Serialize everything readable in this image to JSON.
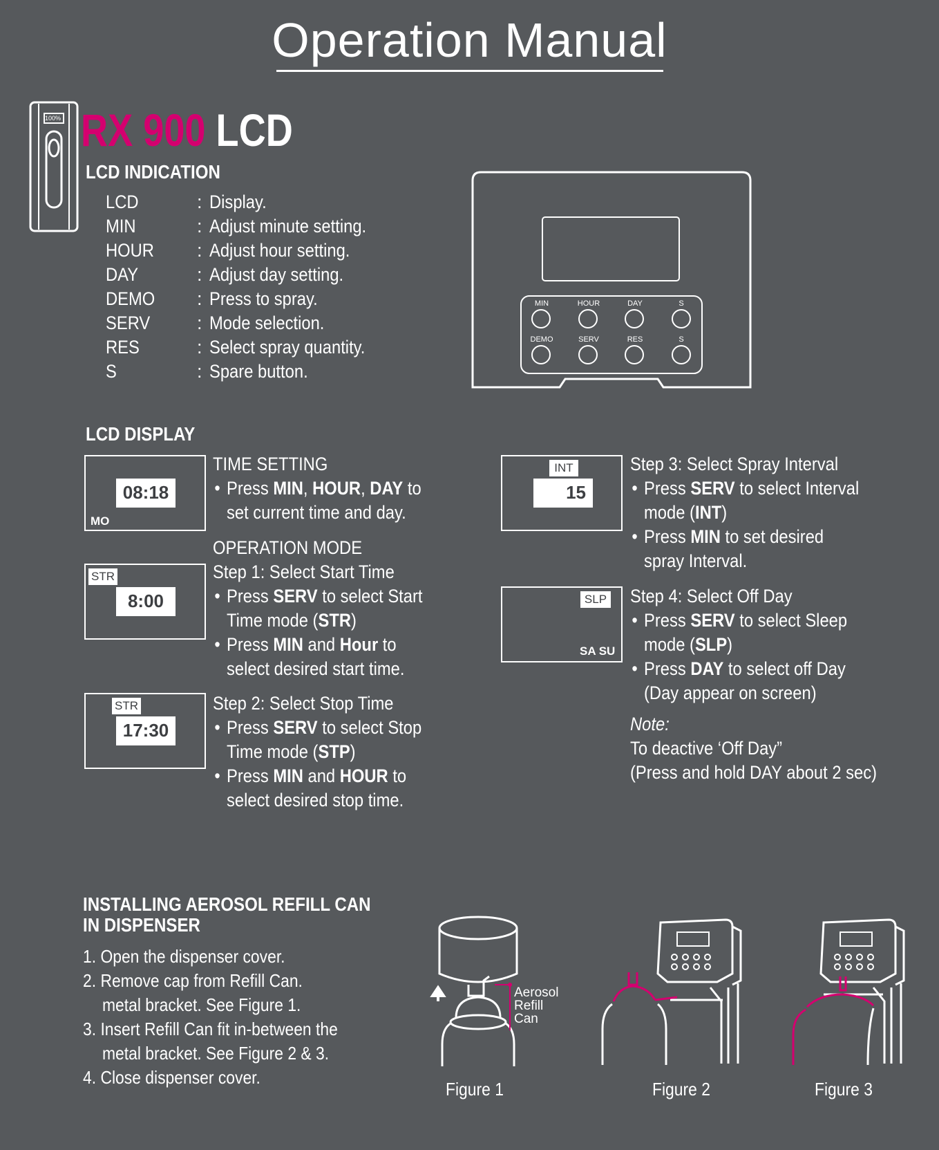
{
  "title": "Operation Manual",
  "model": {
    "brand_part": "RX 900",
    "suffix": "LCD"
  },
  "device_icon_label": "100%",
  "lcd_indication": {
    "heading": "LCD INDICATION",
    "items": [
      {
        "key": "LCD",
        "desc": "Display."
      },
      {
        "key": "MIN",
        "desc": "Adjust minute setting."
      },
      {
        "key": "HOUR",
        "desc": "Adjust hour setting."
      },
      {
        "key": "DAY",
        "desc": "Adjust day setting."
      },
      {
        "key": "DEMO",
        "desc": "Press to spray."
      },
      {
        "key": "SERV",
        "desc": "Mode selection."
      },
      {
        "key": "RES",
        "desc": "Select spray quantity."
      },
      {
        "key": "S",
        "desc": "Spare button."
      }
    ]
  },
  "panel": {
    "top_row": [
      "MIN",
      "HOUR",
      "DAY",
      "S"
    ],
    "bottom_row": [
      "DEMO",
      "SERV",
      "RES",
      "S"
    ]
  },
  "lcd_display": {
    "heading": "LCD DISPLAY",
    "box_time": {
      "value": "08:18",
      "day": "MO"
    },
    "box_start": {
      "tag": "STR",
      "value": "8:00"
    },
    "box_stop": {
      "tag": "STR",
      "value": "17:30"
    },
    "box_interval": {
      "tag": "INT",
      "value": "15"
    },
    "box_sleep": {
      "tag": "SLP",
      "days": "SA SU"
    },
    "time_setting": {
      "title": "TIME SETTING",
      "b1_pre": "Press ",
      "b1_k1": "MIN",
      "b1_sep1": ", ",
      "b1_k2": "HOUR",
      "b1_sep2": ", ",
      "b1_k3": "DAY",
      "b1_post": " to",
      "b1_line2": "set current time and day."
    },
    "operation_mode_title": "OPERATION MODE",
    "step1": {
      "title": "Step 1: Select Start Time",
      "b1_pre": "Press ",
      "b1_k": "SERV",
      "b1_post": " to select Start",
      "b1_l2_pre": "Time mode (",
      "b1_l2_k": "STR",
      "b1_l2_post": ")",
      "b2_pre": "Press ",
      "b2_k1": "MIN",
      "b2_mid": " and ",
      "b2_k2": "Hour",
      "b2_post": " to",
      "b2_line2": "select desired start time."
    },
    "step2": {
      "title": "Step 2: Select Stop Time",
      "b1_pre": "Press ",
      "b1_k": "SERV",
      "b1_post": " to select Stop",
      "b1_l2_pre": "Time mode (",
      "b1_l2_k": "STP",
      "b1_l2_post": ")",
      "b2_pre": "Press ",
      "b2_k1": "MIN",
      "b2_mid": " and ",
      "b2_k2": "HOUR",
      "b2_post": " to",
      "b2_line2": "select desired stop time."
    },
    "step3": {
      "title": "Step 3: Select Spray Interval",
      "b1_pre": "Press ",
      "b1_k": "SERV",
      "b1_post": " to select Interval",
      "b1_l2_pre": "mode (",
      "b1_l2_k": "INT",
      "b1_l2_post": ")",
      "b2_pre": "Press ",
      "b2_k": "MIN",
      "b2_post": " to set desired",
      "b2_line2": "spray Interval."
    },
    "step4": {
      "title": "Step 4: Select Off Day",
      "b1_pre": "Press ",
      "b1_k": "SERV",
      "b1_post": " to select Sleep",
      "b1_l2_pre": "mode (",
      "b1_l2_k": "SLP",
      "b1_l2_post": ")",
      "b2_pre": "Press ",
      "b2_k": "DAY",
      "b2_post": " to select off Day",
      "b2_line2": "(Day appear on screen)"
    },
    "note": {
      "label": "Note:",
      "line1": "To deactive ‘Off Day”",
      "line2": "(Press and hold DAY about 2 sec)"
    }
  },
  "installing": {
    "heading_line1": "INSTALLING AEROSOL REFILL CAN",
    "heading_line2": "IN DISPENSER",
    "steps": [
      "1. Open the dispenser cover.",
      "2. Remove cap from Refill Can.",
      "metal bracket. See Figure 1.",
      "3. Insert Refill Can fit in-between the",
      "metal bracket. See Figure 2 & 3.",
      "4. Close dispenser cover."
    ],
    "callout": [
      "Aerosol",
      "Refill",
      "Can"
    ],
    "figures": [
      "Figure 1",
      "Figure 2",
      "Figure 3"
    ]
  },
  "colors": {
    "background": "#56595c",
    "accent": "#d4006f",
    "text": "#ffffff"
  }
}
